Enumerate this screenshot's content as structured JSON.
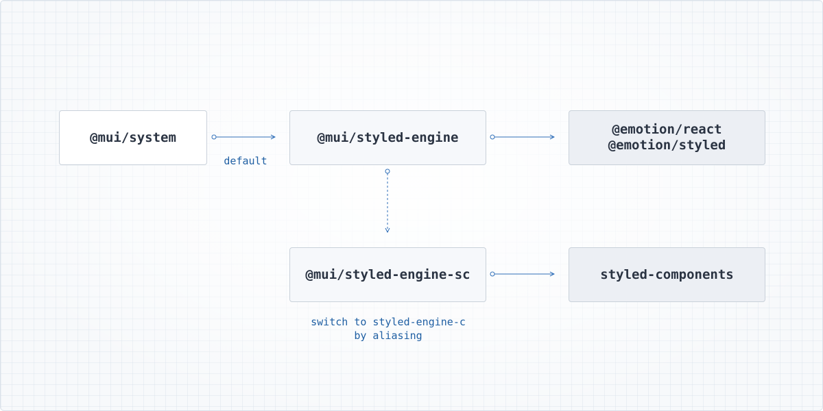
{
  "nodes": {
    "system": {
      "label": "@mui/system"
    },
    "styled_engine": {
      "label": "@mui/styled-engine"
    },
    "emotion": {
      "lines": [
        "@emotion/react",
        "@emotion/styled"
      ]
    },
    "styled_engine_sc": {
      "label": "@mui/styled-engine-sc"
    },
    "styled_components": {
      "label": "styled-components"
    }
  },
  "edges": {
    "system_to_engine": {
      "label": "default"
    },
    "engine_to_engine_sc": {
      "label_lines": [
        "switch to styled-engine-c",
        "by aliasing"
      ]
    }
  },
  "colors": {
    "edge": "#2f6fb8",
    "edge_label": "#1f5fa3",
    "node_border": "#c9d1da",
    "node_text": "#2a3342"
  }
}
